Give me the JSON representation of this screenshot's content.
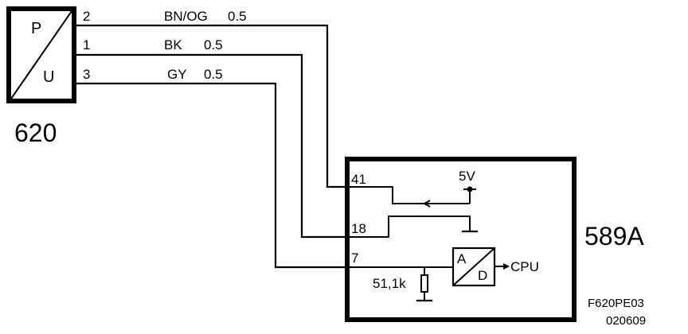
{
  "sensor": {
    "id": "620",
    "top_symbol": "P",
    "bottom_symbol": "U",
    "pins": [
      "2",
      "1",
      "3"
    ]
  },
  "wires": [
    {
      "label": "BN/OG",
      "size": "0.5"
    },
    {
      "label": "BK",
      "size": "0.5"
    },
    {
      "label": "GY",
      "size": "0.5"
    }
  ],
  "module": {
    "id": "589A",
    "pins": [
      "41",
      "18",
      "7"
    ],
    "supply": "5V",
    "resistor": "51,1k",
    "adc_a": "A",
    "adc_d": "D",
    "cpu": "CPU"
  },
  "reference": {
    "line1": "F620PE03",
    "line2": "020609"
  }
}
